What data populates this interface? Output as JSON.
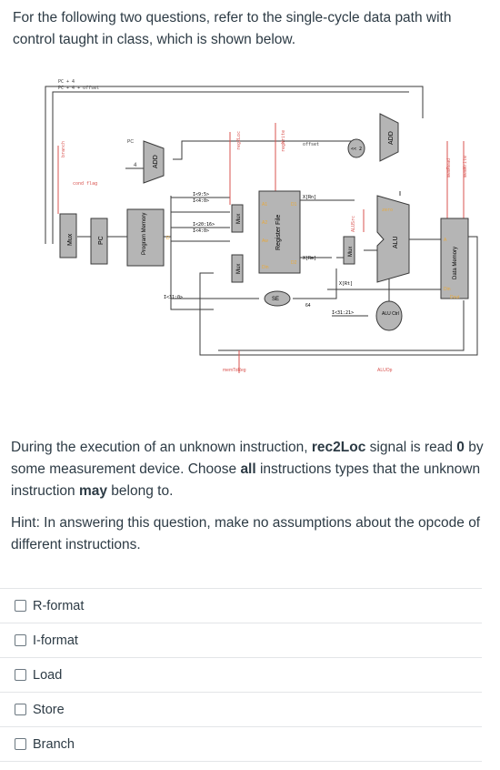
{
  "intro": "For the following two questions, refer to the single-cycle data path with control taught in class, which is shown below.",
  "diagram": {
    "pc4": "PC + 4",
    "pc4_offset": "PC + 4 + offset",
    "branch": "branch",
    "cond_flag": "cond flag",
    "mux": "Mux",
    "pc": "PC",
    "pc_small": "PC",
    "four": "4",
    "add": "ADD",
    "program_memory": "Program Memory",
    "d_port": "D",
    "i9_5": "I<9:5>",
    "i4_0a": "I<4:0>",
    "i20_16": "I<20:16>",
    "i4_0b": "I<4:0>",
    "i31_0": "I<31:0>",
    "reg2loc": "reg2Loc",
    "regwrite": "regWrite",
    "register_file": "Register File",
    "a1": "A1",
    "a2": "A2",
    "aw": "Aw",
    "din": "Din",
    "d1": "D1",
    "d2": "D2",
    "xrn": "X[Rn]",
    "xrm": "X[Rm]",
    "xrt": "X[Rt]",
    "offset": "offset",
    "sll2": "<< 2",
    "alusrc": "ALUSrc",
    "zero": "zero",
    "alu": "ALU",
    "se": "SE",
    "sixtyfour": "64",
    "i31_21": "I<31:21>",
    "alu_ctrl": "ALU Ctrl",
    "aluop": "ALUOp",
    "memtoreg": "memToReg",
    "memread": "memRead",
    "memwrite": "memWrite",
    "data_memory": "Data Memory",
    "dm_a": "A",
    "dm_din": "Din",
    "dm_dout": "Dout",
    "colors": {
      "control": "#d9534f",
      "line": "#3a3a3a",
      "block": "#b5b5b5"
    }
  },
  "question": {
    "part1": "During the execution of an unknown instruction, ",
    "signal": "rec2Loc",
    "part2": " signal is read ",
    "value": "0",
    "part3": " by some measurement device. Choose ",
    "all": "all",
    "part4": " instructions types that the unknown instruction ",
    "may": "may",
    "part5": " belong to."
  },
  "hint": "Hint: In answering this question, make no assumptions about the opcode of different instructions.",
  "options": [
    {
      "label": "R-format",
      "checked": false
    },
    {
      "label": "I-format",
      "checked": false
    },
    {
      "label": "Load",
      "checked": false
    },
    {
      "label": "Store",
      "checked": false
    },
    {
      "label": "Branch",
      "checked": false
    }
  ]
}
